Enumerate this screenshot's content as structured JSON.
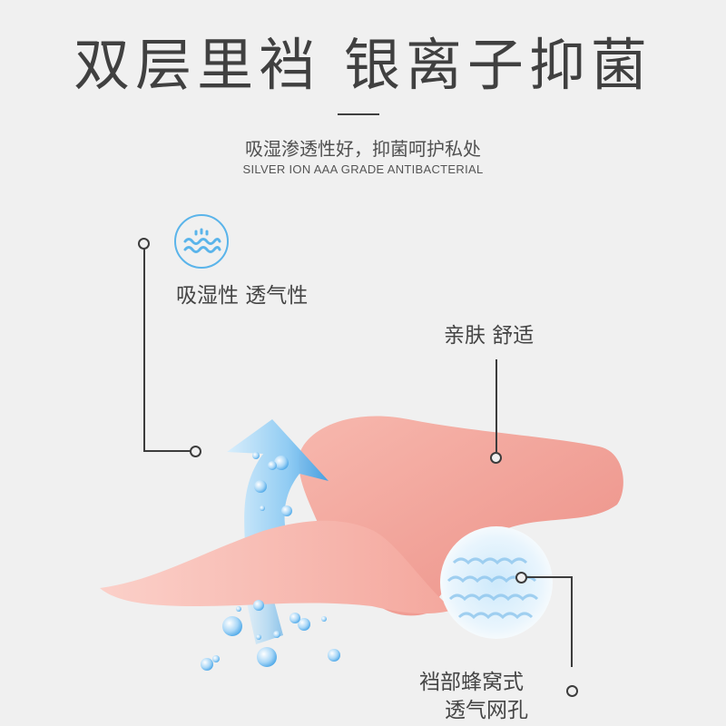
{
  "header": {
    "title": "双层里裆 银离子抑菌",
    "subtitle": "吸湿渗透性好，抑菌呵护私处",
    "subtitle_en": "SILVER ION AAA GRADE ANTIBACTERIAL"
  },
  "callouts": [
    {
      "label": "吸湿性 透气性",
      "icon": "water-wave-icon"
    },
    {
      "label": "亲肤 舒适"
    },
    {
      "line1": "裆部蜂窝式",
      "line2": "透气网孔"
    }
  ],
  "colors": {
    "background": "#f0f0f0",
    "text": "#404040",
    "accent_blue": "#5ab4ea",
    "fabric_pink": "#f2a59b"
  }
}
